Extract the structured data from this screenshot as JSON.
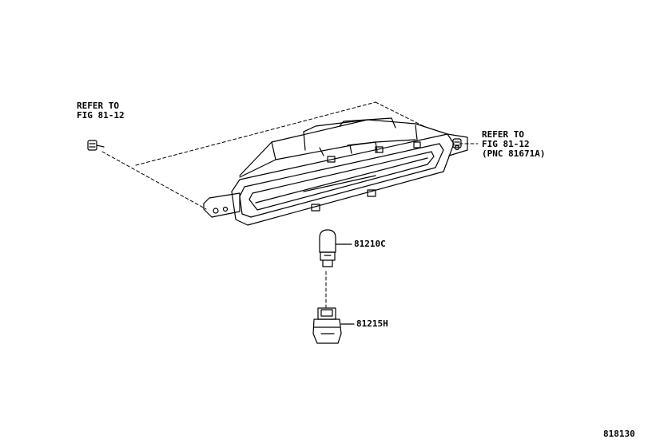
{
  "labels": {
    "refer_left_line1": "REFER TO",
    "refer_left_line2": "FIG 81-12",
    "refer_right_line1": "REFER TO",
    "refer_right_line2": "FIG 81-12",
    "refer_right_line3": "(PNC 81671A)",
    "part_bulb": "81210C",
    "part_socket": "81215H",
    "diagram_code": "818130"
  },
  "colors": {
    "ink": "#000000",
    "background": "#ffffff"
  }
}
